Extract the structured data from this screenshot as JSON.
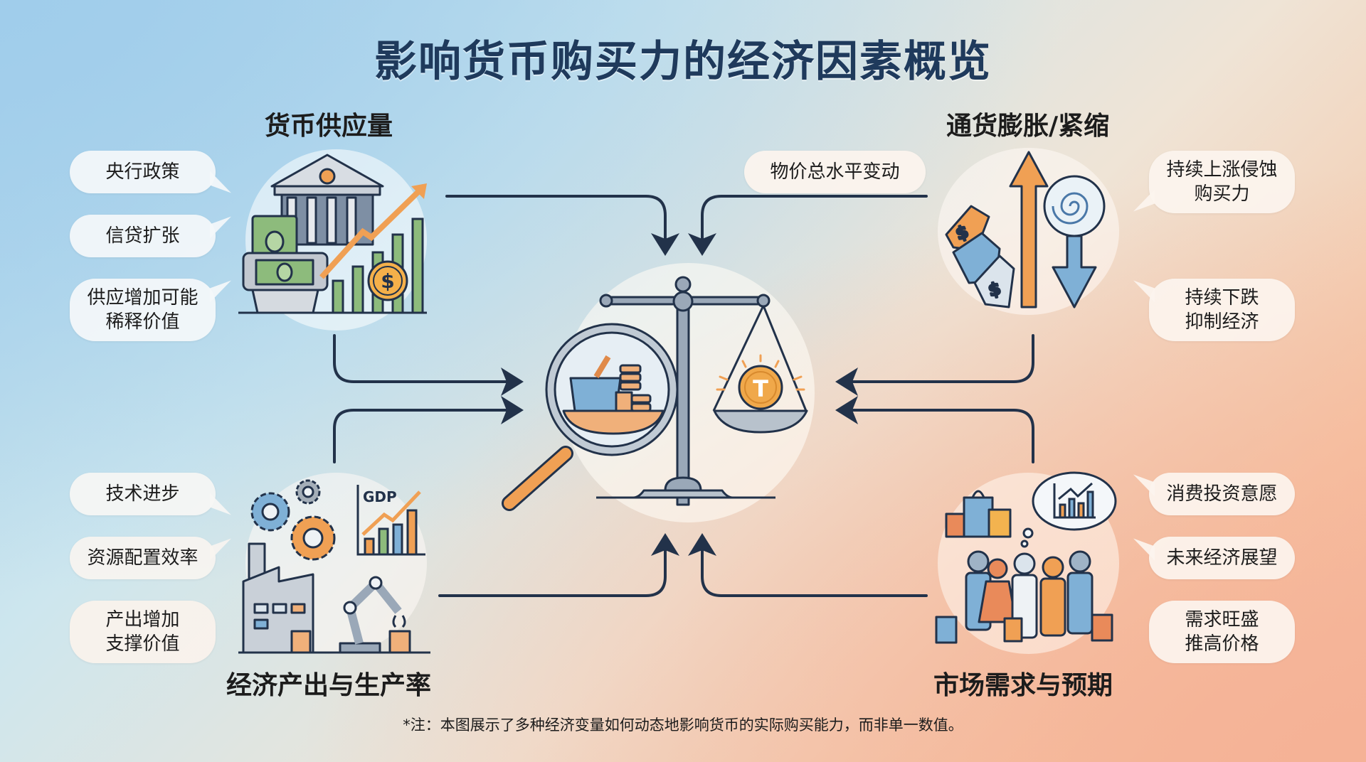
{
  "title": "影响货币购买力的经济因素概览",
  "colors": {
    "title": "#1f3a5c",
    "stroke": "#22324a",
    "accent_orange": "#f0a054",
    "accent_blue": "#7fb0d6",
    "accent_green": "#7fae6e",
    "bg_top_left": "#a8d2ea",
    "bg_bottom_right": "#f4b49a"
  },
  "center": {
    "icon": "balance-scale-with-magnifier-basket-coin-icon",
    "left_pan_icon": "shopping-basket-and-coins-icon",
    "right_pan_icon": "gold-coin-icon"
  },
  "sections": {
    "money_supply": {
      "title": "货币供应量",
      "icon": "bank-money-printer-growth-chart-icon",
      "bubbles": [
        "央行政策",
        "信贷扩张",
        "供应增加可能\n稀释价值"
      ]
    },
    "inflation": {
      "title": "通货膨胀/紧缩",
      "icon": "price-tags-up-arrow-spiral-down-arrow-icon",
      "top_bubble": "物价总水平变动",
      "bubbles": [
        "持续上涨侵蚀\n购买力",
        "持续下跌\n抑制经济"
      ]
    },
    "output": {
      "title": "经济产出与生产率",
      "icon": "gears-factory-robot-arm-gdp-chart-icon",
      "gdp_label": "GDP",
      "bubbles": [
        "技术进步",
        "资源配置效率",
        "产出增加\n支撑价值"
      ]
    },
    "demand": {
      "title": "市场需求与预期",
      "icon": "crowd-shopping-bags-thought-chart-icon",
      "bubbles": [
        "消费投资意愿",
        "未来经济展望",
        "需求旺盛\n推高价格"
      ]
    }
  },
  "footnote": "*注：本图展示了多种经济变量如何动态地影响货币的实际购买能力，而非单一数值。"
}
